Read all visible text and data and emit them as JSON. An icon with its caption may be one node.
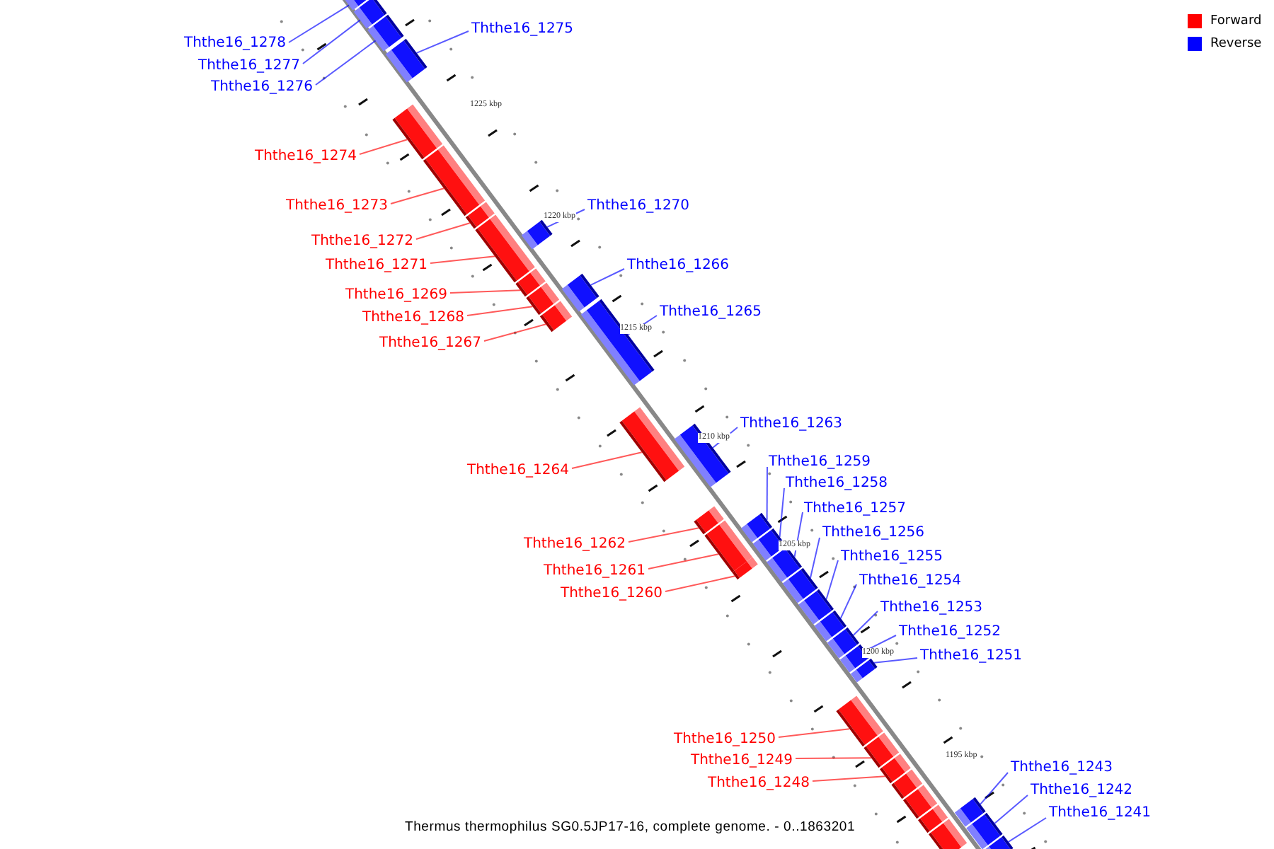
{
  "diagram": {
    "caption": "Thermus thermophilus SG0.5JP17-16, complete genome. - 0..1863201",
    "nodes": [
      {
        "text": [
          "Ththe16_1278"
        ]
      },
      {
        "text": [
          "Ththe16_1277"
        ]
      },
      {
        "text": [
          "Ththe16_1276"
        ]
      },
      {
        "text": [
          "Ththe16_1275"
        ]
      },
      {
        "text": [
          "Ththe16_1274"
        ]
      },
      {
        "text": [
          "Ththe16_1273"
        ]
      },
      {
        "text": [
          "Ththe16_1272"
        ]
      },
      {
        "text": [
          "Ththe16_1271"
        ]
      },
      {
        "text": [
          "Ththe16_1269"
        ]
      },
      {
        "text": [
          "Ththe16_1268"
        ]
      },
      {
        "text": [
          "Ththe16_1267"
        ]
      },
      {
        "text": [
          "Ththe16_1270"
        ]
      },
      {
        "text": [
          "Ththe16_1266"
        ]
      },
      {
        "text": [
          "Ththe16_1265"
        ]
      },
      {
        "text": [
          "Ththe16_1263"
        ]
      },
      {
        "text": [
          "Ththe16_1264"
        ]
      },
      {
        "text": [
          "Ththe16_1262"
        ]
      },
      {
        "text": [
          "Ththe16_1261"
        ]
      },
      {
        "text": [
          "Ththe16_1260"
        ]
      },
      {
        "text": [
          "Ththe16_1259"
        ]
      },
      {
        "text": [
          "Ththe16_1258"
        ]
      },
      {
        "text": [
          "Ththe16_1257"
        ]
      },
      {
        "text": [
          "Ththe16_1256"
        ]
      },
      {
        "text": [
          "Ththe16_1255"
        ]
      },
      {
        "text": [
          "Ththe16_1254"
        ]
      },
      {
        "text": [
          "Ththe16_1253"
        ]
      },
      {
        "text": [
          "Ththe16_1252"
        ]
      },
      {
        "text": [
          "Ththe16_1251"
        ]
      },
      {
        "text": [
          "Ththe16_1250"
        ]
      },
      {
        "text": [
          "Ththe16_1249"
        ]
      },
      {
        "text": [
          "Ththe16_1248"
        ]
      },
      {
        "text": [
          "Ththe16_1243"
        ]
      },
      {
        "text": [
          "Ththe16_1242"
        ]
      },
      {
        "text": [
          "Ththe16_1241"
        ]
      },
      {
        "text": [],
        "shape": "bar"
      },
      {
        "text": [],
        "shape": "bar"
      },
      {
        "text": [],
        "shape": "bar"
      },
      {
        "text": [],
        "shape": "bar"
      },
      {
        "text": [],
        "shape": "bar"
      },
      {
        "text": [],
        "shape": "bar"
      },
      {
        "text": [],
        "shape": "bar"
      },
      {
        "text": [],
        "shape": "bar"
      },
      {
        "text": [],
        "shape": "bar"
      },
      {
        "text": [],
        "shape": "bar"
      },
      {
        "text": [],
        "shape": "bar"
      },
      {
        "text": [],
        "shape": "bar"
      },
      {
        "text": [],
        "shape": "bar"
      },
      {
        "text": [],
        "shape": "bar"
      },
      {
        "text": [],
        "shape": "bar"
      },
      {
        "text": [],
        "shape": "bar"
      },
      {
        "text": [],
        "shape": "bar"
      },
      {
        "text": [],
        "shape": "bar"
      },
      {
        "text": [],
        "shape": "bar"
      },
      {
        "text": [],
        "shape": "bar"
      },
      {
        "text": [],
        "shape": "bar"
      },
      {
        "text": [],
        "shape": "bar"
      },
      {
        "text": [],
        "shape": "bar"
      },
      {
        "text": [],
        "shape": "bar"
      },
      {
        "text": [],
        "shape": "bar"
      },
      {
        "text": [],
        "shape": "bar"
      },
      {
        "text": [],
        "shape": "bar"
      },
      {
        "text": [],
        "shape": "bar"
      },
      {
        "text": [],
        "shape": "bar"
      },
      {
        "text": [],
        "shape": "bar"
      },
      {
        "text": [],
        "shape": "bar"
      },
      {
        "text": [],
        "shape": "bar"
      },
      {
        "text": [],
        "shape": "bar"
      },
      {
        "text": [],
        "shape": "bar"
      },
      {
        "text": [],
        "shape": "bar"
      },
      {
        "text": [],
        "shape": "bar"
      },
      {
        "text": [],
        "shape": "bar"
      },
      {
        "text": [],
        "shape": "bar"
      }
    ],
    "edges": [
      {
        "from": 0,
        "to": 34,
        "arrow": "none"
      },
      {
        "from": 1,
        "to": 35,
        "arrow": "none"
      },
      {
        "from": 2,
        "to": 36,
        "arrow": "none"
      },
      {
        "from": 3,
        "to": 37,
        "arrow": "none"
      },
      {
        "from": 4,
        "to": 38,
        "arrow": "none",
        "color": "#ff0000"
      },
      {
        "from": 5,
        "to": 39,
        "arrow": "none",
        "color": "#ff0000"
      },
      {
        "from": 6,
        "to": 40,
        "arrow": "none",
        "color": "#ff0000"
      },
      {
        "from": 7,
        "to": 41,
        "arrow": "none",
        "color": "#ff0000"
      },
      {
        "from": 8,
        "to": 42,
        "arrow": "none",
        "color": "#ff0000"
      },
      {
        "from": 9,
        "to": 43,
        "arrow": "none",
        "color": "#ff0000"
      },
      {
        "from": 10,
        "to": 44,
        "arrow": "none",
        "color": "#ff0000"
      },
      {
        "from": 11,
        "to": 45,
        "arrow": "none"
      },
      {
        "from": 12,
        "to": 46,
        "arrow": "none"
      },
      {
        "from": 13,
        "to": 47,
        "arrow": "none"
      },
      {
        "from": 14,
        "to": 48,
        "arrow": "none"
      },
      {
        "from": 15,
        "to": 49,
        "arrow": "none",
        "color": "#ff0000"
      },
      {
        "from": 16,
        "to": 50,
        "arrow": "none",
        "color": "#ff0000"
      },
      {
        "from": 17,
        "to": 51,
        "arrow": "none",
        "color": "#ff0000"
      },
      {
        "from": 18,
        "to": 52,
        "arrow": "none",
        "color": "#ff0000"
      },
      {
        "from": 19,
        "to": 53,
        "arrow": "none"
      },
      {
        "from": 20,
        "to": 54,
        "arrow": "none"
      },
      {
        "from": 21,
        "to": 55,
        "arrow": "none"
      },
      {
        "from": 22,
        "to": 56,
        "arrow": "none"
      },
      {
        "from": 23,
        "to": 57,
        "arrow": "none"
      },
      {
        "from": 24,
        "to": 58,
        "arrow": "none"
      },
      {
        "from": 25,
        "to": 59,
        "arrow": "none"
      },
      {
        "from": 26,
        "to": 60,
        "arrow": "none"
      },
      {
        "from": 27,
        "to": 61,
        "arrow": "none"
      },
      {
        "from": 28,
        "to": 62,
        "arrow": "none",
        "color": "#ff0000"
      },
      {
        "from": 29,
        "to": 63,
        "arrow": "none",
        "color": "#ff0000"
      },
      {
        "from": 30,
        "to": 64,
        "arrow": "none",
        "color": "#ff0000"
      },
      {
        "from": 31,
        "to": 65,
        "arrow": "none"
      },
      {
        "from": 32,
        "to": 66,
        "arrow": "none"
      },
      {
        "from": 33,
        "to": 67,
        "arrow": "none"
      }
    ],
    "labels": [
      "1225 kbp",
      "1220 kbp",
      "1215 kbp",
      "1210 kbp",
      "1205 kbp",
      "1200 kbp",
      "1195 kbp"
    ],
    "legend": [
      {
        "text": "Forward",
        "color": "#ff0000"
      },
      {
        "text": "Reverse",
        "color": "#0000ff"
      }
    ]
  }
}
